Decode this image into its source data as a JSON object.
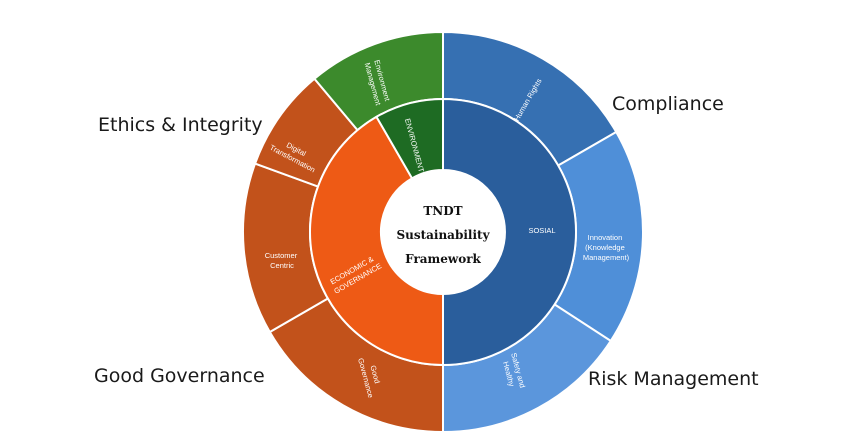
{
  "center": {
    "lines": [
      "TNDT",
      "Sustainability",
      "Framework"
    ]
  },
  "inner_ring": [
    {
      "label": "SOSIAL",
      "color": "#2a5e9c"
    },
    {
      "label": "ECONOMIC & GOVERNANCE",
      "color": "#ee5a15"
    },
    {
      "label": "ENVIRONMENT",
      "color": "#1e6b23"
    }
  ],
  "outer_ring": [
    {
      "label": "Human Rights",
      "color": "#3670b2"
    },
    {
      "label": "Innovation (Knowledge Management)",
      "color": "#4f8fd8"
    },
    {
      "label": "Safety and Healthy",
      "color": "#5b96dc"
    },
    {
      "label": "Good Governance",
      "color": "#c2521b"
    },
    {
      "label": "Customer Centric",
      "color": "#c2521b"
    },
    {
      "label": "Digital Transformation",
      "color": "#c2521b"
    },
    {
      "label": "Environment Management",
      "color": "#3c8a2c"
    }
  ],
  "side_labels": {
    "compliance": "Compliance",
    "ethics": "Ethics & Integrity",
    "governance": "Good Governance",
    "risk": "Risk Management"
  }
}
